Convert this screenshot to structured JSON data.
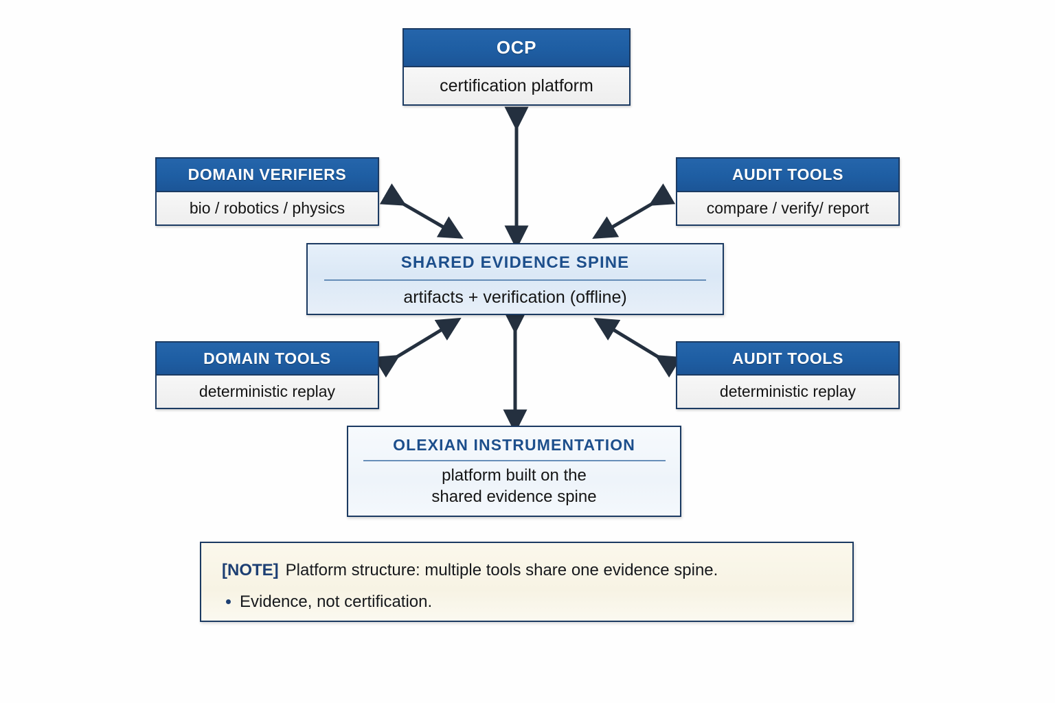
{
  "diagram": {
    "title_node": {
      "name": "ocp",
      "header": "OCP",
      "body": "certification platform"
    },
    "nodes": [
      {
        "name": "domain-verifiers",
        "header": "DOMAIN VERIFIERS",
        "body": "bio / robotics / physics"
      },
      {
        "name": "audit-tools-top",
        "header": "AUDIT TOOLS",
        "body": "compare / verify/ report"
      },
      {
        "name": "domain-tools",
        "header": "DOMAIN TOOLS",
        "body": "deterministic replay"
      },
      {
        "name": "audit-tools-bottom",
        "header": "AUDIT TOOLS",
        "body": "deterministic replay"
      }
    ],
    "spine": {
      "title": "SHARED EVIDENCE SPINE",
      "subtitle": "artifacts + verification (offline)"
    },
    "instrumentation": {
      "title": "OLEXIAN INSTRUMENTATION",
      "subtitle_line1": "platform built on the",
      "subtitle_line2": "shared evidence spine"
    },
    "note": {
      "tag": "[NOTE]",
      "text": "Platform structure: multiple tools share one evidence spine.",
      "bullet": "Evidence, not certification."
    },
    "connectors": [
      {
        "name": "arrow-ocp-spine",
        "kind": "double-vertical"
      },
      {
        "name": "arrow-domain-verifiers-spine",
        "kind": "double-diagonal"
      },
      {
        "name": "arrow-audit-tools-top-spine",
        "kind": "double-diagonal"
      },
      {
        "name": "arrow-domain-tools-spine",
        "kind": "double-diagonal"
      },
      {
        "name": "arrow-audit-tools-bottom-spine",
        "kind": "double-diagonal"
      },
      {
        "name": "arrow-spine-instrumentation",
        "kind": "double-vertical"
      }
    ],
    "colors": {
      "header_blue": "#1e5ea3",
      "border_navy": "#1b3a62",
      "spine_fill": "#dbe8f6",
      "spine_title": "#1d4f8c",
      "note_fill": "#f7f3e4",
      "note_tag": "#1d3f73",
      "arrow": "#24303f",
      "body_fill": "#f1f1f1"
    }
  }
}
